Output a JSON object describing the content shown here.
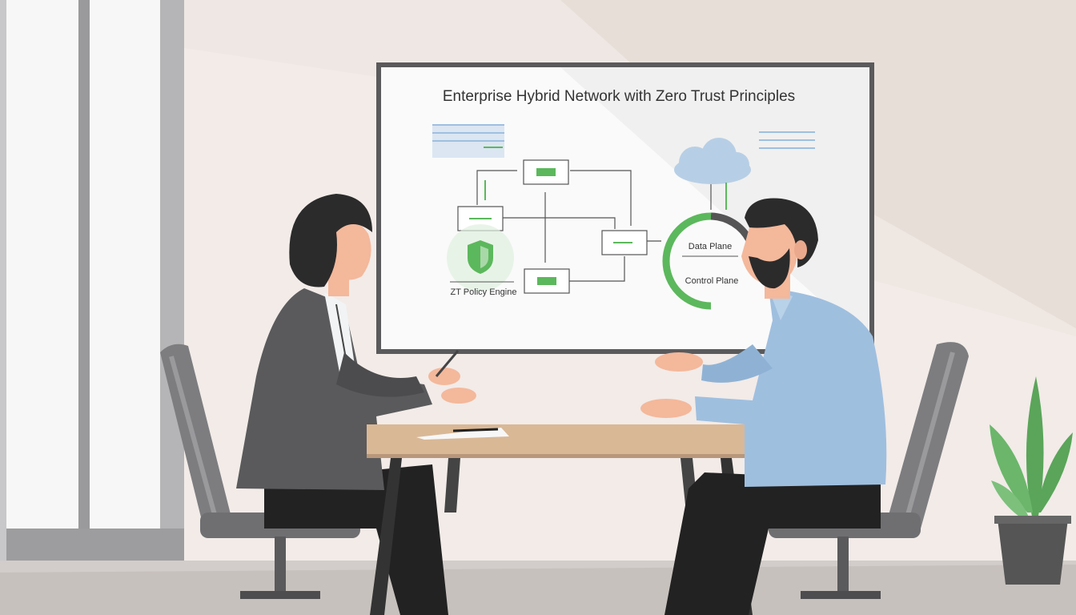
{
  "board": {
    "title": "Enterprise Hybrid Network with Zero Trust Principles",
    "policy_label": "ZT Policy Engine",
    "data_plane": "Data Plane",
    "control_plane": "Control Plane"
  },
  "colors": {
    "wall": "#efe7e2",
    "accent_green": "#5cb85c",
    "cloud_blue": "#b7cfe6",
    "shirt_blue": "#9fbfdf",
    "blazer_gray": "#5a5a5c",
    "table_wood": "#d9b896",
    "chair_gray": "#7d7d80"
  },
  "icons": [
    "shield-icon",
    "cloud-icon",
    "plant-icon"
  ]
}
